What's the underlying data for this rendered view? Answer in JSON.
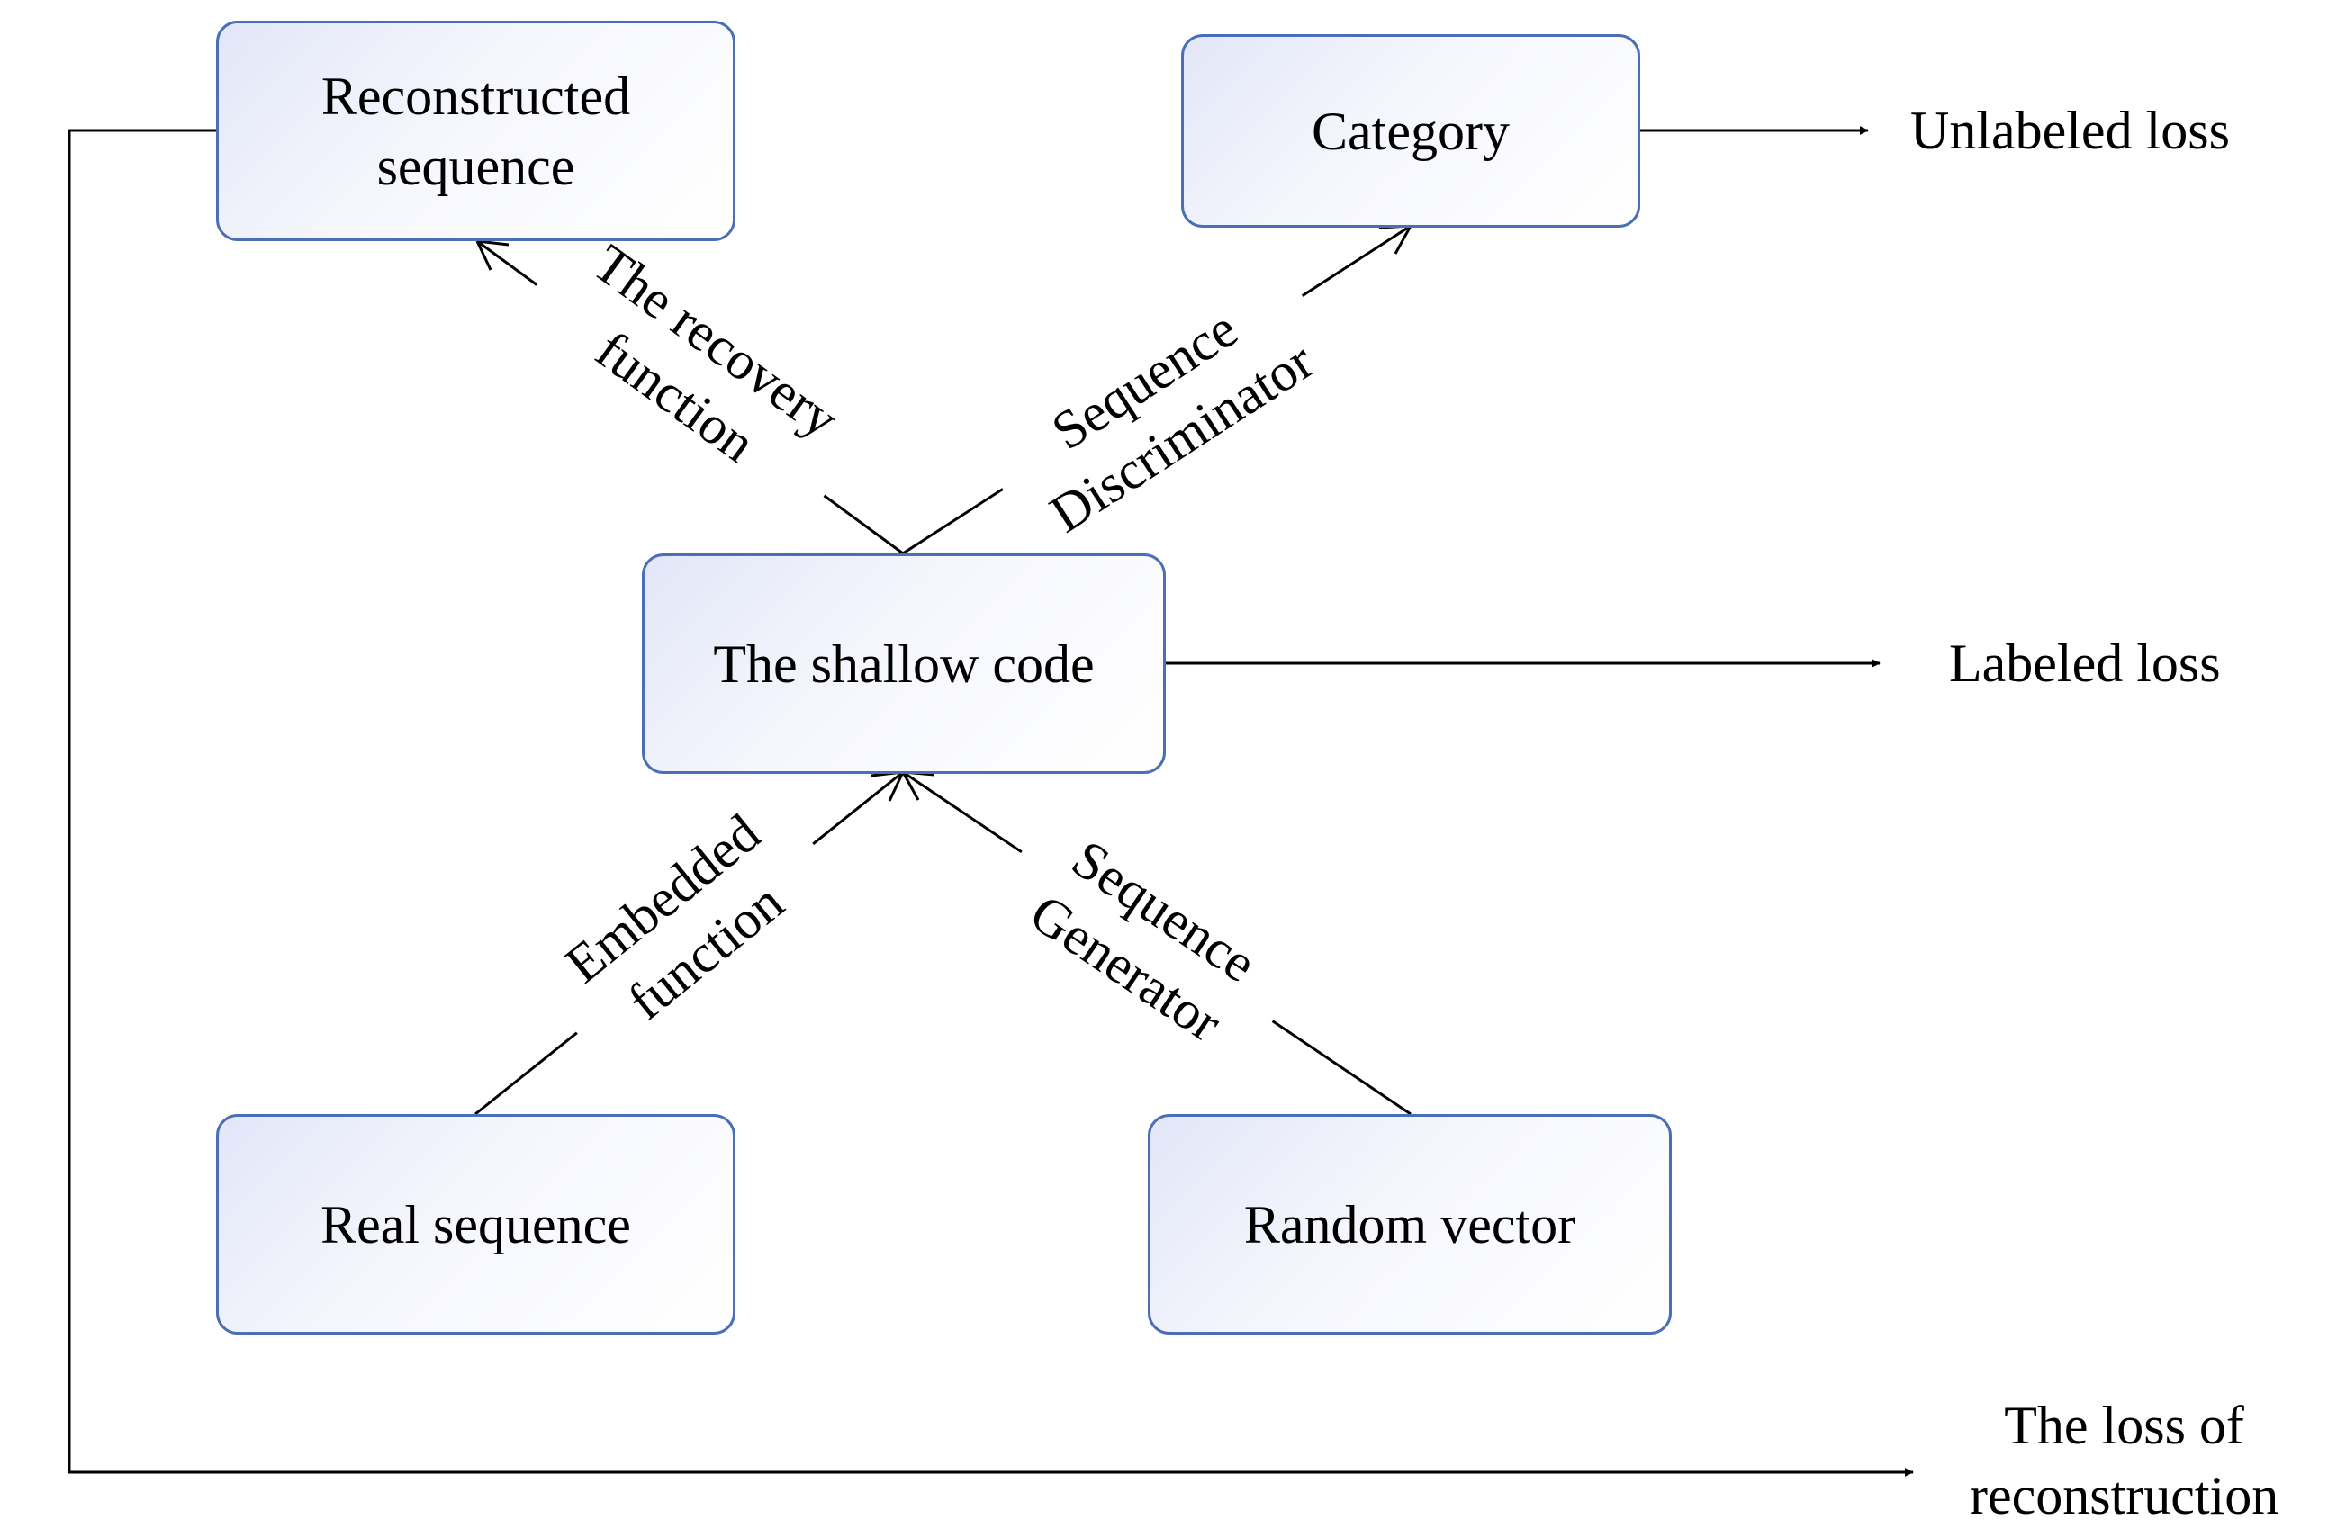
{
  "nodes": {
    "reconstructed_sequence": {
      "line1": "Reconstructed",
      "line2": "sequence"
    },
    "category": {
      "label": "Category"
    },
    "shallow_code": {
      "label": "The shallow code"
    },
    "real_sequence": {
      "label": "Real sequence"
    },
    "random_vector": {
      "label": "Random vector"
    }
  },
  "edge_labels": {
    "recovery": {
      "line1": "The recovery",
      "line2": "function"
    },
    "discriminator": {
      "line1": "Sequence",
      "line2": "Discriminator"
    },
    "embedded": {
      "line1": "Embedded",
      "line2": "function"
    },
    "generator": {
      "line1": "Sequence",
      "line2": "Generator"
    }
  },
  "outputs": {
    "unlabeled_loss": "Unlabeled loss",
    "labeled_loss": "Labeled loss",
    "reconstruction_loss": {
      "line1": "The loss of",
      "line2": "reconstruction"
    }
  },
  "colors": {
    "node_border": "#4a6fb5",
    "node_fill_start": "#e2e6f7",
    "node_fill_end": "#ffffff",
    "line": "#000000"
  }
}
